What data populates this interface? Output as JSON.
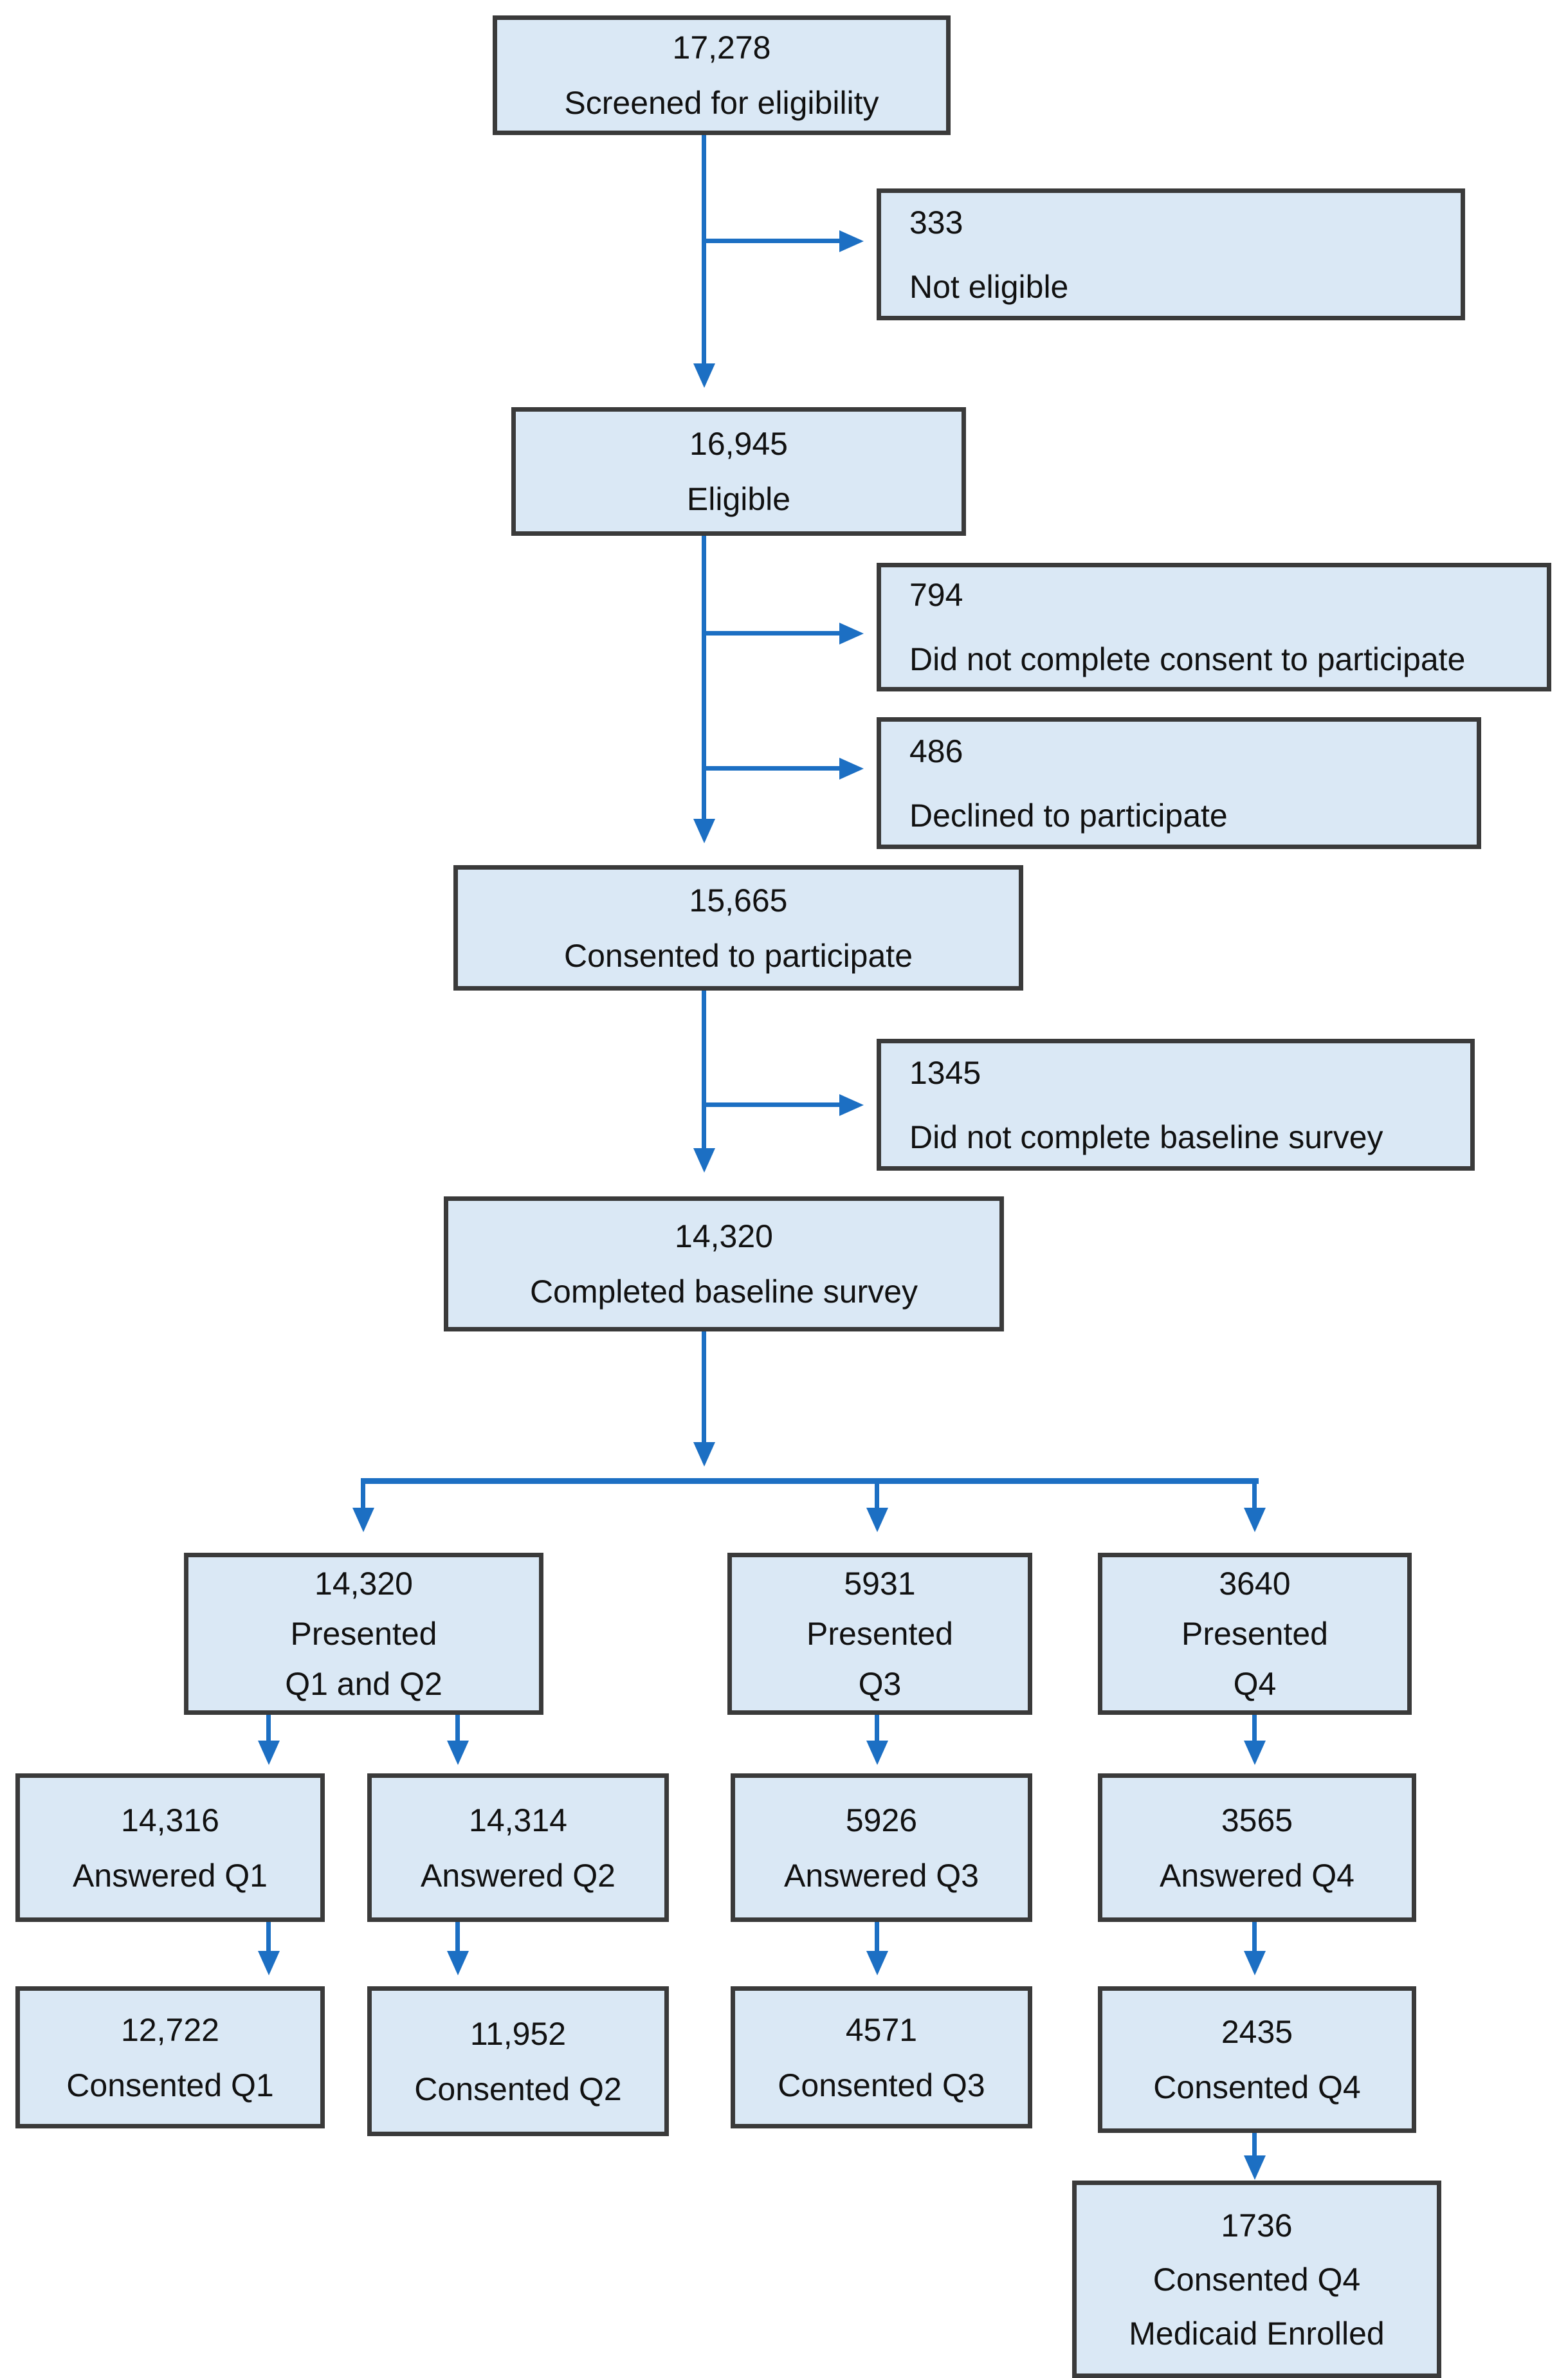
{
  "diagram_type": "participant-flowchart",
  "colors": {
    "box_fill": "#dae8f5",
    "box_border": "#3a3a3a",
    "arrow": "#1c6fc3",
    "text": "#111111",
    "background": "#ffffff"
  },
  "nodes": {
    "screened": {
      "number": "17,278",
      "labels": [
        "Screened for eligibility"
      ]
    },
    "not_eligible": {
      "number": "333",
      "labels": [
        "Not eligible"
      ]
    },
    "eligible": {
      "number": "16,945",
      "labels": [
        "Eligible"
      ]
    },
    "no_consent": {
      "number": "794",
      "labels": [
        "Did not complete consent to participate"
      ]
    },
    "declined": {
      "number": "486",
      "labels": [
        "Declined to participate"
      ]
    },
    "consented": {
      "number": "15,665",
      "labels": [
        "Consented to participate"
      ]
    },
    "no_baseline": {
      "number": "1345",
      "labels": [
        "Did not complete baseline survey"
      ]
    },
    "completed_baseline": {
      "number": "14,320",
      "labels": [
        "Completed baseline survey"
      ]
    },
    "presented_q12": {
      "number": "14,320",
      "labels": [
        "Presented",
        "Q1 and Q2"
      ]
    },
    "presented_q3": {
      "number": "5931",
      "labels": [
        "Presented",
        "Q3"
      ]
    },
    "presented_q4": {
      "number": "3640",
      "labels": [
        "Presented",
        "Q4"
      ]
    },
    "answered_q1": {
      "number": "14,316",
      "labels": [
        "Answered Q1"
      ]
    },
    "answered_q2": {
      "number": "14,314",
      "labels": [
        "Answered Q2"
      ]
    },
    "answered_q3": {
      "number": "5926",
      "labels": [
        "Answered Q3"
      ]
    },
    "answered_q4": {
      "number": "3565",
      "labels": [
        "Answered Q4"
      ]
    },
    "consented_q1": {
      "number": "12,722",
      "labels": [
        "Consented Q1"
      ]
    },
    "consented_q2": {
      "number": "11,952",
      "labels": [
        "Consented Q2"
      ]
    },
    "consented_q3": {
      "number": "4571",
      "labels": [
        "Consented Q3"
      ]
    },
    "consented_q4": {
      "number": "2435",
      "labels": [
        "Consented Q4"
      ]
    },
    "medicaid_enrolled": {
      "number": "1736",
      "labels": [
        "Consented Q4",
        "Medicaid Enrolled"
      ]
    }
  },
  "edges": [
    {
      "from": "screened",
      "to": "not_eligible"
    },
    {
      "from": "screened",
      "to": "eligible"
    },
    {
      "from": "eligible",
      "to": "no_consent"
    },
    {
      "from": "eligible",
      "to": "declined"
    },
    {
      "from": "eligible",
      "to": "consented"
    },
    {
      "from": "consented",
      "to": "no_baseline"
    },
    {
      "from": "consented",
      "to": "completed_baseline"
    },
    {
      "from": "completed_baseline",
      "to": "presented_q12"
    },
    {
      "from": "completed_baseline",
      "to": "presented_q3"
    },
    {
      "from": "completed_baseline",
      "to": "presented_q4"
    },
    {
      "from": "presented_q12",
      "to": "answered_q1"
    },
    {
      "from": "presented_q12",
      "to": "answered_q2"
    },
    {
      "from": "presented_q3",
      "to": "answered_q3"
    },
    {
      "from": "presented_q4",
      "to": "answered_q4"
    },
    {
      "from": "answered_q1",
      "to": "consented_q1"
    },
    {
      "from": "answered_q2",
      "to": "consented_q2"
    },
    {
      "from": "answered_q3",
      "to": "consented_q3"
    },
    {
      "from": "answered_q4",
      "to": "consented_q4"
    },
    {
      "from": "consented_q4",
      "to": "medicaid_enrolled"
    }
  ]
}
